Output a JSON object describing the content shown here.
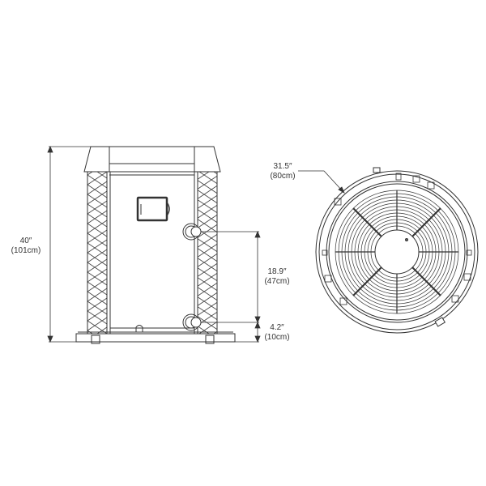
{
  "diagram": {
    "subject": "Pool heat pump dimension drawing",
    "views": [
      "side-view",
      "top-view"
    ],
    "line_color": "#333333",
    "background": "#ffffff"
  },
  "dimensions": {
    "height": {
      "imperial": "40″",
      "metric": "(101cm)"
    },
    "port_spacing": {
      "imperial": "18.9″",
      "metric": "(47cm)"
    },
    "port_height": {
      "imperial": "4.2″",
      "metric": "(10cm)"
    },
    "diameter": {
      "imperial": "31.5″",
      "metric": "(80cm)"
    }
  }
}
